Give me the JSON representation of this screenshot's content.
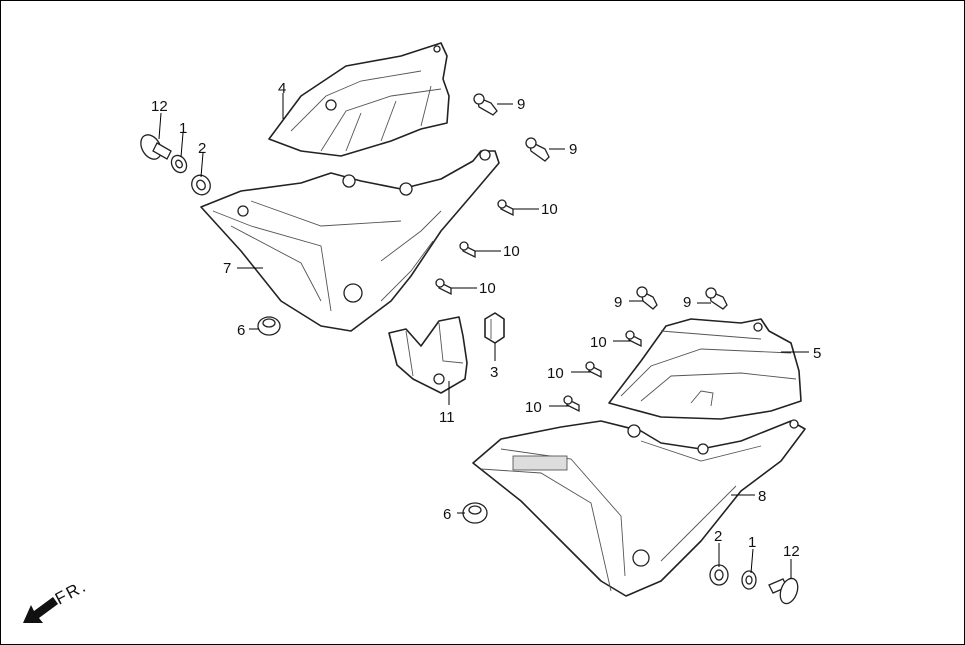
{
  "callouts": {
    "p12_left": "12",
    "p1_left": "1",
    "p2_left": "2",
    "p4": "4",
    "p9_a": "9",
    "p9_b": "9",
    "p10_a": "10",
    "p10_b": "10",
    "p10_c": "10",
    "p7": "7",
    "p6_left": "6",
    "p11": "11",
    "p3": "3",
    "p9_c": "9",
    "p9_d": "9",
    "p10_d": "10",
    "p10_e": "10",
    "p10_f": "10",
    "p5": "5",
    "p8": "8",
    "p6_right": "6",
    "p2_right": "2",
    "p1_right": "1",
    "p12_right": "12"
  },
  "direction": {
    "label": "FR."
  }
}
